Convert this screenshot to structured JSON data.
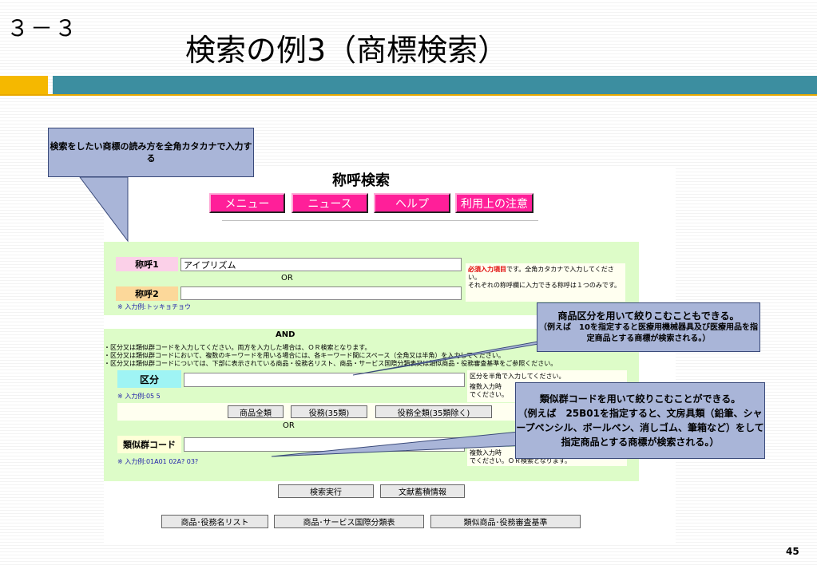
{
  "slide": {
    "number_top": "３－３",
    "title": "検索の例3（商標検索）",
    "page_number": "45"
  },
  "screen": {
    "heading": "称呼検索",
    "nav": [
      "メニュー",
      "ニュース",
      "ヘルプ",
      "利用上の注意"
    ],
    "shoko1": {
      "label": "称呼1",
      "value": "アイプリズム"
    },
    "or1": "OR",
    "shoko2": {
      "label": "称呼2",
      "value": ""
    },
    "example1": "※ 入力例:トッキョチョウ",
    "note_required_1": "必須入力項目",
    "note_required_2": "です。全角カタカナで入力してください。",
    "note_required_3": "それぞれの称呼欄に入力できる称呼は１つのみです。",
    "and": "AND",
    "instructions": [
      "・区分又は類似群コードを入力してください。両方を入力した場合は、ＯＲ検索となります。",
      "・区分又は類似群コードにおいて、複数のキーワードを用いる場合には、各キーワード間にスペース（全角又は半角）を入力してください。",
      "・区分又は類似群コードについては、下部に表示されている商品・役務名リスト、商品・サービス国際分類表又は類似商品・役務審査基準をご参照ください。"
    ],
    "kubun": {
      "label": "区分",
      "value": ""
    },
    "kubun_note_1": "区分を半角で入力してください。",
    "kubun_note_2": "複数入力時",
    "kubun_note_3": "でください。",
    "example2": "※ 入力例:05 5",
    "kubun_buttons": [
      "商品全類",
      "役務(35類)",
      "役務全類(35類除く)"
    ],
    "or2": "OR",
    "ruiji": {
      "label": "類似群コード",
      "value": ""
    },
    "ruiji_note_1": "複数入力時",
    "ruiji_note_2": "でください。ＯＲ検索となります。",
    "example3": "※ 入力例:01A01 02A? 03?",
    "action_buttons": [
      "検索実行",
      "文献蓄積情報"
    ],
    "ref_buttons": [
      "商品･役務名リスト",
      "商品･サービス国際分類表",
      "類似商品･役務審査基準"
    ]
  },
  "callouts": {
    "top": "検索をしたい商標の読み方を全角カタカナで入力する",
    "middle_1": "商品区分を用いて絞りこむこともできる。",
    "middle_2": "（例えば　10を指定すると医療用機械器具及び医療用品を指定商品とする商標が検索される。）",
    "bottom_1": "類似群コードを用いて絞りこむことができる。",
    "bottom_2": "（例えば　25B01を指定すると、文房具類（鉛筆、シャープペンシル、ボールペン、消しゴム、筆箱など）をして指定商品とする商標が検索される。）"
  },
  "colors": {
    "accent_orange": "#f5b800",
    "accent_teal": "#3c8ea0",
    "nav_pink": "#ff1f99",
    "form_green": "#ddfcc8",
    "callout_blue": "#a9b5d8",
    "required_red": "#e00000"
  }
}
